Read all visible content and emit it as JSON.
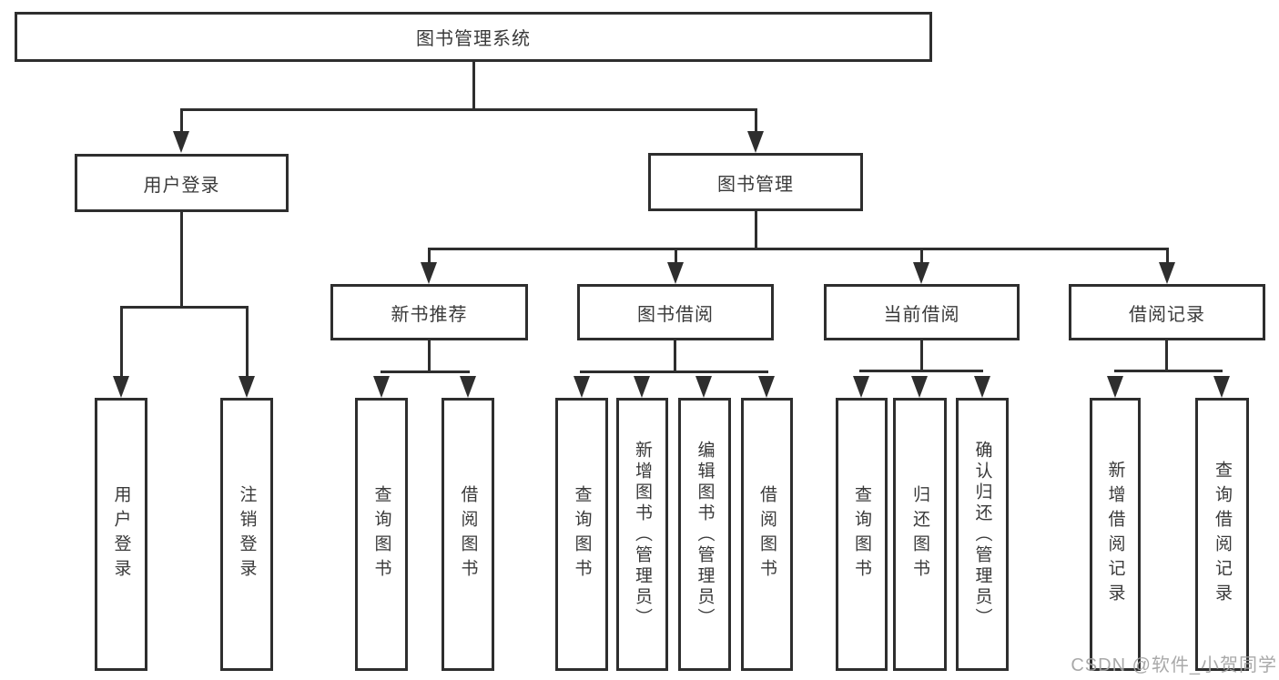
{
  "tree": {
    "label": "图书管理系统",
    "children": [
      {
        "label": "用户登录",
        "children": [
          {
            "label": "用户登录"
          },
          {
            "label": "注销登录"
          }
        ]
      },
      {
        "label": "图书管理",
        "children": [
          {
            "label": "新书推荐",
            "children": [
              {
                "label": "查询图书"
              },
              {
                "label": "借阅图书"
              }
            ]
          },
          {
            "label": "图书借阅",
            "children": [
              {
                "label": "查询图书"
              },
              {
                "label": "新增图书（管理员）"
              },
              {
                "label": "编辑图书（管理员）"
              },
              {
                "label": "借阅图书"
              }
            ]
          },
          {
            "label": "当前借阅",
            "children": [
              {
                "label": "查询图书"
              },
              {
                "label": "归还图书"
              },
              {
                "label": "确认归还（管理员）"
              }
            ]
          },
          {
            "label": "借阅记录",
            "children": [
              {
                "label": "新增借阅记录"
              },
              {
                "label": "查询借阅记录"
              }
            ]
          }
        ]
      }
    ]
  },
  "watermark": {
    "text": "CSDN @软件_小贺同学"
  },
  "colors": {
    "line": "#2e2e2e",
    "box_border": "#2e2e2e",
    "text": "#3a3a3a",
    "watermark": "#a2a2a2",
    "background": "#ffffff"
  }
}
